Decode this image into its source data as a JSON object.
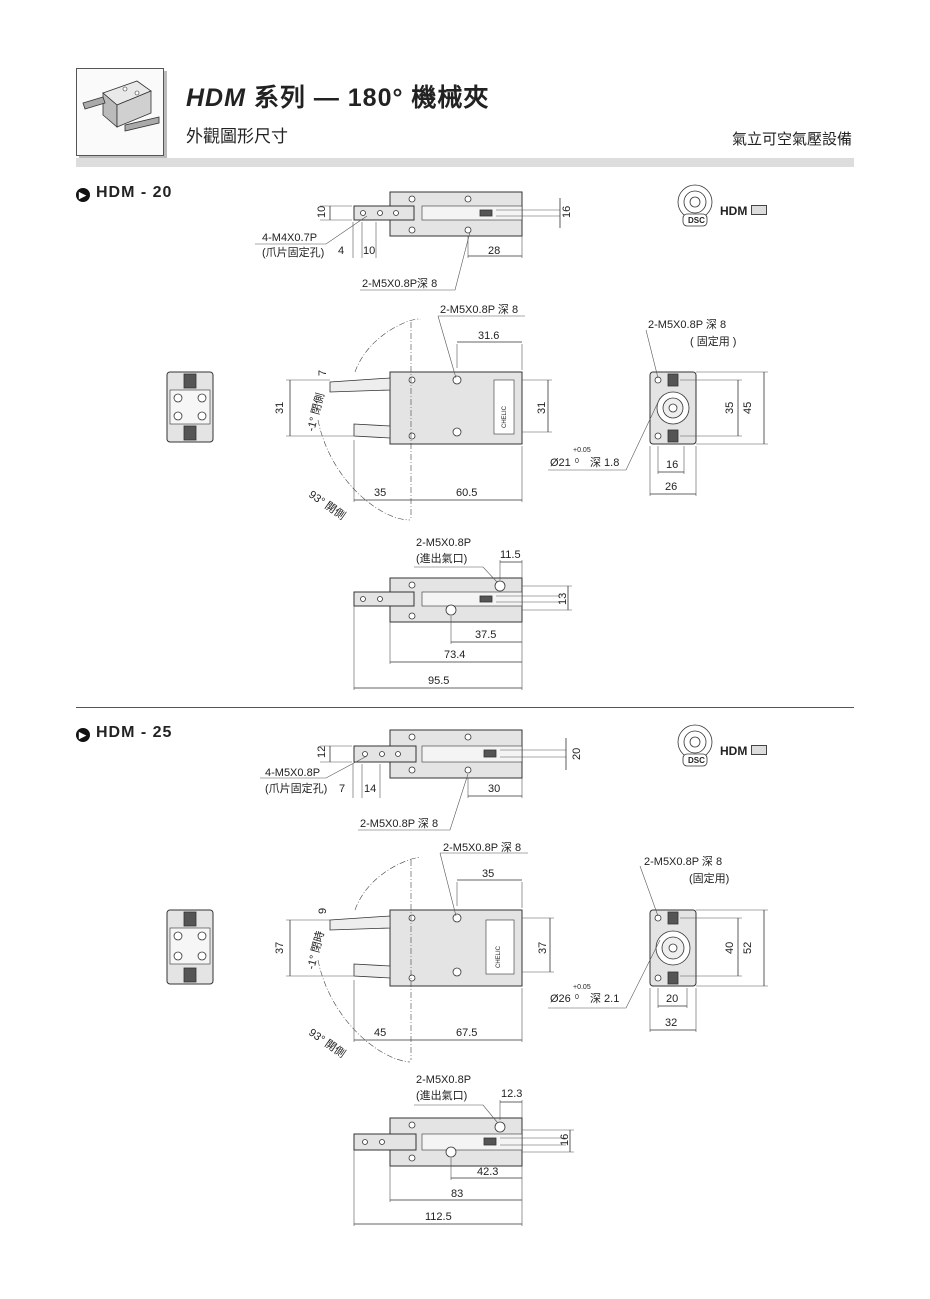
{
  "header": {
    "title_model": "HDM",
    "title_rest": "系列 — 180° 機械夾",
    "subtitle": "外觀圖形尺寸",
    "company": "氣立可空氣壓設備"
  },
  "badge_label": "HDM",
  "logo_text": "CHELIC",
  "sections": [
    {
      "heading": "HDM - 20",
      "top": {
        "dims": [
          "10",
          "16",
          "4",
          "10",
          "28"
        ],
        "callout_jaw": "4-M4X0.7P",
        "callout_jaw_note": "(爪片固定孔)",
        "callout_hole": "2-M5X0.8P深 8"
      },
      "front": {
        "callout": "2-M5X0.8P 深 8",
        "dims": [
          "31.6",
          "7",
          "31",
          "31",
          "35",
          "60.5"
        ],
        "angle_close": "-1° 閉側",
        "angle_open": "93° 開側"
      },
      "side": {
        "callout": "2-M5X0.8P 深 8",
        "callout_note": "( 固定用 )",
        "dims": [
          "35",
          "45",
          "16",
          "26"
        ],
        "bore": "Ø21",
        "bore_tol_upper": "+0.05",
        "bore_tol_lower": "0",
        "bore_depth": "深 1.8"
      },
      "bottom": {
        "callout": "2-M5X0.8P",
        "callout_note": "(進出氣口)",
        "dims": [
          "11.5",
          "13",
          "37.5",
          "73.4",
          "95.5"
        ]
      }
    },
    {
      "heading": "HDM - 25",
      "top": {
        "dims": [
          "12",
          "20",
          "7",
          "14",
          "30"
        ],
        "callout_jaw": "4-M5X0.8P",
        "callout_jaw_note": "(爪片固定孔)",
        "callout_hole": "2-M5X0.8P 深 8"
      },
      "front": {
        "callout": "2-M5X0.8P 深 8",
        "dims": [
          "35",
          "9",
          "37",
          "37",
          "45",
          "67.5"
        ],
        "angle_close": "-1° 閉時",
        "angle_open": "93° 開側"
      },
      "side": {
        "callout": "2-M5X0.8P 深 8",
        "callout_note": "(固定用)",
        "dims": [
          "40",
          "52",
          "20",
          "32"
        ],
        "bore": "Ø26",
        "bore_tol_upper": "+0.05",
        "bore_tol_lower": "0",
        "bore_depth": "深 2.1"
      },
      "bottom": {
        "callout": "2-M5X0.8P",
        "callout_note": "(進出氣口)",
        "dims": [
          "12.3",
          "16",
          "42.3",
          "83",
          "112.5"
        ]
      }
    }
  ]
}
